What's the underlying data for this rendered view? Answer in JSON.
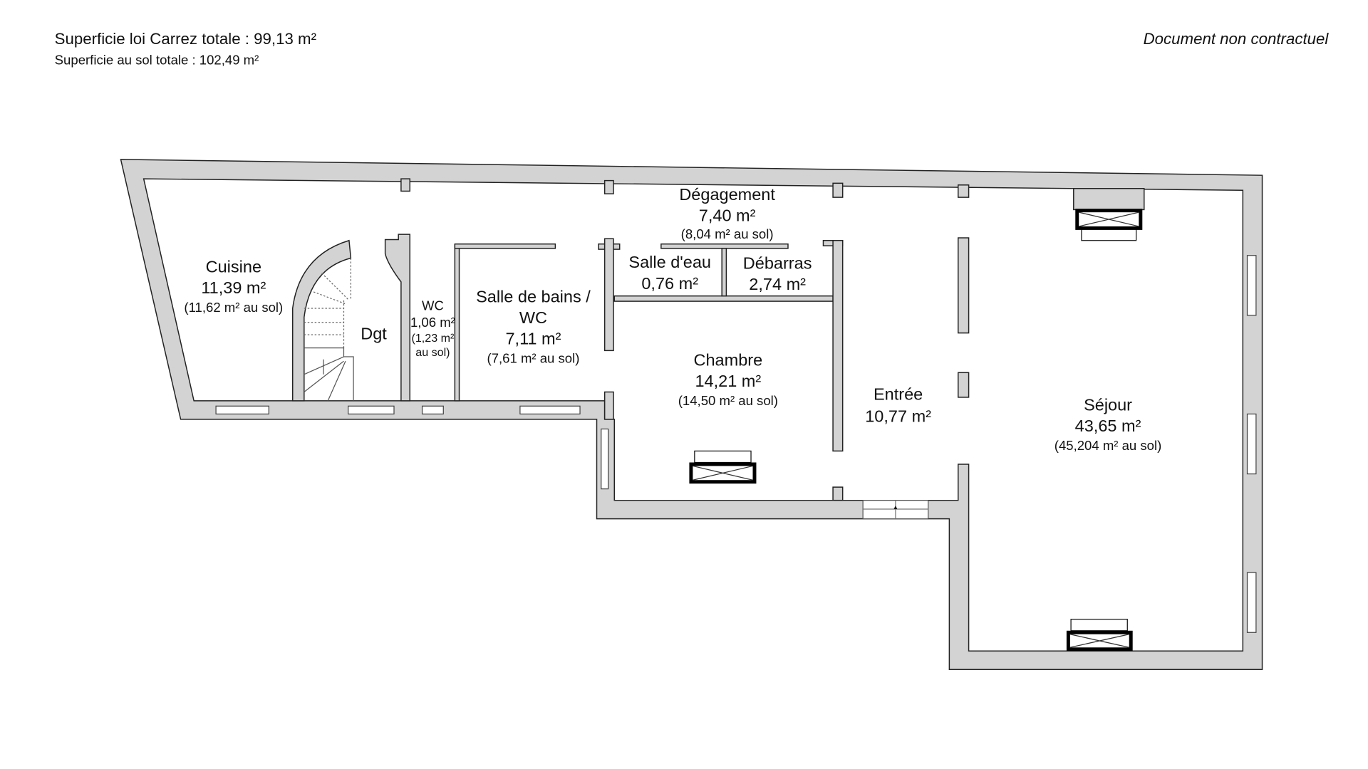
{
  "header": {
    "carrez_total": "Superficie loi Carrez totale :  99,13 m²",
    "sol_total": "Superficie au sol totale :  102,49 m²",
    "disclaimer": "Document non contractuel"
  },
  "rooms": {
    "cuisine": {
      "name": "Cuisine",
      "area": "11,39 m²",
      "sol": "(11,62 m² au sol)"
    },
    "dgt": {
      "name": "Dgt"
    },
    "wc": {
      "name": "WC",
      "area": "1,06 m²",
      "sol1": "(1,23 m²",
      "sol2": "au sol)"
    },
    "sdb": {
      "name1": "Salle de bains /",
      "name2": "WC",
      "area": "7,11 m²",
      "sol": "(7,61 m² au sol)"
    },
    "degagement": {
      "name": "Dégagement",
      "area": "7,40 m²",
      "sol": "(8,04 m² au sol)"
    },
    "salle_eau": {
      "name": "Salle d'eau",
      "area": "0,76 m²"
    },
    "debarras": {
      "name": "Débarras",
      "area": "2,74 m²"
    },
    "chambre": {
      "name": "Chambre",
      "area": "14,21 m²",
      "sol": "(14,50 m² au sol)"
    },
    "entree": {
      "name": "Entrée",
      "area": "10,77 m²"
    },
    "sejour": {
      "name": "Séjour",
      "area": "43,65 m²",
      "sol": "(45,204 m² au sol)"
    }
  }
}
